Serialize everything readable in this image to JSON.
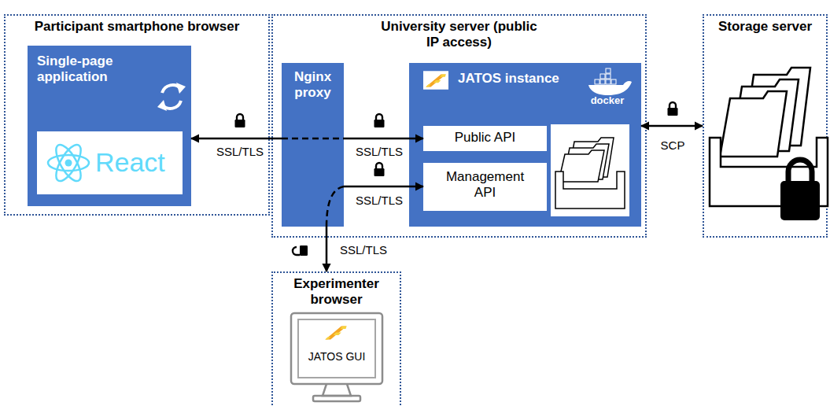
{
  "diagram": {
    "nodes": [
      {
        "text": [
          "Participant smartphone browser"
        ]
      },
      {
        "text": [
          "Single-page application"
        ],
        "in": 0
      },
      {
        "text": [
          "React"
        ],
        "in": 1
      },
      {
        "text": [
          "University server (public IP access)"
        ]
      },
      {
        "text": [
          "Nginx proxy"
        ],
        "in": 3
      },
      {
        "text": [
          "JATOS instance"
        ],
        "in": 3
      },
      {
        "text": [
          "Public API"
        ],
        "in": 5
      },
      {
        "text": [
          "Management API"
        ],
        "in": 5
      },
      {
        "text": [
          "Storage server"
        ]
      },
      {
        "text": [
          "Experimenter browser"
        ]
      },
      {
        "text": [
          "JATOS GUI"
        ],
        "in": 9
      }
    ],
    "edges": [
      {
        "from": 4,
        "to": 1,
        "arrow": "to",
        "label": "SSL/TLS"
      },
      {
        "from": 4,
        "to": 6,
        "arrow": "to",
        "label": "SSL/TLS"
      },
      {
        "from": 4,
        "to": 7,
        "arrow": "to",
        "label": "SSL/TLS"
      },
      {
        "from": 4,
        "to": 9,
        "arrow": "to",
        "label": "SSL/TLS"
      },
      {
        "from": 5,
        "to": 8,
        "arrow": "both",
        "label": "SCP"
      }
    ],
    "labels": [
      "docker"
    ]
  }
}
